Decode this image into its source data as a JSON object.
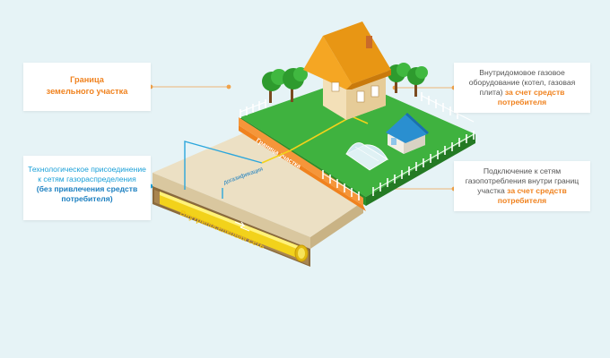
{
  "callouts": {
    "land_boundary": {
      "line1": "Граница",
      "line2": "земельного участка"
    },
    "in_house_equipment": {
      "line1": "Внутридомовое газовое",
      "line2": "оборудование (котел, газовая",
      "line3_plain": "плита)",
      "line3_bold": "за счет средств",
      "line4_bold": "потребителя"
    },
    "connection_inside": {
      "line1": "Подключение к сетям",
      "line2": "газопотребления внутри границ",
      "line3_plain": "участка",
      "line3_bold": "за счет средств",
      "line4_bold": "потребителя"
    },
    "tech_connection": {
      "line1": "Технологическое присоединение",
      "line2": "к сетям газораспределения",
      "line3_bold": "(без привлечения средств",
      "line4_bold": "потребителя)"
    }
  },
  "scene_labels": {
    "plot_border": "Граница участка",
    "gasification": "догазификация",
    "village_network": "Внутрипоселковая сеть"
  },
  "colors": {
    "background": "#e6f3f6",
    "accent_orange": "#f0821e",
    "accent_blue": "#1ba0d8",
    "grass": "#3fb23f",
    "pipe_yellow": "#f2d21b"
  }
}
